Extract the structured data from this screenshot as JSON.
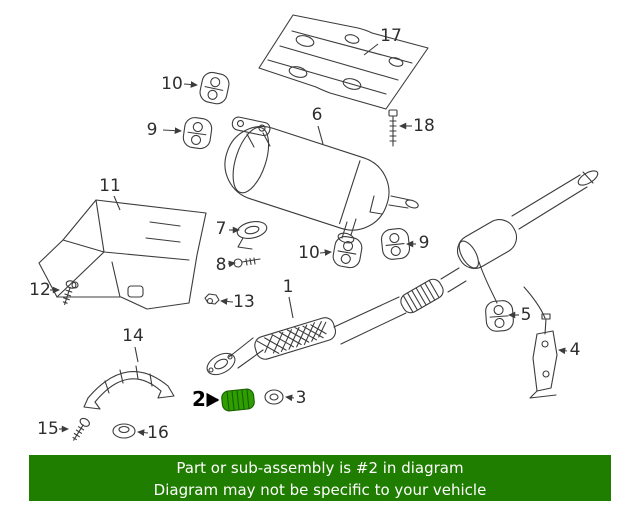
{
  "banner": {
    "line1": "Part or sub-assembly is #2 in diagram",
    "line2": "Diagram may not be specific to your vehicle"
  },
  "callouts": [
    {
      "label": "17",
      "part": "upper-heat-shield",
      "highlighted": false
    },
    {
      "label": "10",
      "part": "hanger-insulator",
      "highlighted": false
    },
    {
      "label": "9",
      "part": "hanger-insulator",
      "highlighted": false
    },
    {
      "label": "6",
      "part": "muffler",
      "highlighted": false
    },
    {
      "label": "18",
      "part": "bolt",
      "highlighted": false
    },
    {
      "label": "11",
      "part": "lower-heat-shield",
      "highlighted": false
    },
    {
      "label": "7",
      "part": "gasket",
      "highlighted": false
    },
    {
      "label": "8",
      "part": "bolt",
      "highlighted": false
    },
    {
      "label": "10",
      "part": "hanger-insulator",
      "highlighted": false
    },
    {
      "label": "9",
      "part": "hanger-insulator",
      "highlighted": false
    },
    {
      "label": "12",
      "part": "screw",
      "highlighted": false
    },
    {
      "label": "13",
      "part": "nut",
      "highlighted": false
    },
    {
      "label": "1",
      "part": "front-exhaust-pipe",
      "highlighted": false
    },
    {
      "label": "5",
      "part": "hanger-insulator",
      "highlighted": false
    },
    {
      "label": "4",
      "part": "bracket",
      "highlighted": false
    },
    {
      "label": "14",
      "part": "small-heat-shield",
      "highlighted": false
    },
    {
      "label": "2",
      "part": "seal-highlighted",
      "highlighted": true
    },
    {
      "label": "3",
      "part": "ring-gasket",
      "highlighted": false
    },
    {
      "label": "15",
      "part": "bolt",
      "highlighted": false
    },
    {
      "label": "16",
      "part": "grommet",
      "highlighted": false
    }
  ],
  "highlighted_part_label": "2",
  "colors": {
    "banner-green": "#1f7d00",
    "banner-text": "#ffffff",
    "highlight-green": "#2f9e00",
    "highlight-dark": "#175f00",
    "line": "#3c3c3c",
    "callout-text": "#2e2e2e"
  }
}
